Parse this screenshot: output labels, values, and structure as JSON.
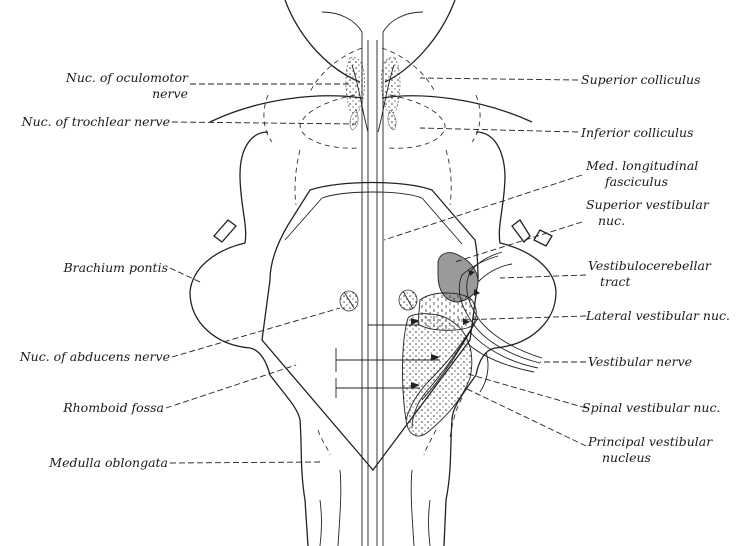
{
  "labels": {
    "nuc_oculomotor_1": "Nuc. of oculomotor",
    "nuc_oculomotor_2": "nerve",
    "nuc_trochlear": "Nuc. of trochlear nerve",
    "brachium_pontis": "Brachium pontis",
    "nuc_abducens": "Nuc. of abducens nerve",
    "rhomboid_fossa": "Rhomboid fossa",
    "medulla_oblongata": "Medulla oblongata",
    "superior_colliculus": "Superior colliculus",
    "inferior_colliculus": "Inferior colliculus",
    "med_long_fasc_1": "Med. longitudinal",
    "med_long_fasc_2": "fasciculus",
    "sup_vest_nuc_1": "Superior vestibular",
    "sup_vest_nuc_2": "nuc.",
    "vestibulocerebellar_1": "Vestibulocerebellar",
    "vestibulocerebellar_2": "tract",
    "lateral_vest_nuc": "Lateral vestibular nuc.",
    "vestibular_nerve": "Vestibular nerve",
    "spinal_vest_nuc": "Spinal vestibular nuc.",
    "principal_vest_1": "Principal vestibular",
    "principal_vest_2": "nucleus"
  }
}
